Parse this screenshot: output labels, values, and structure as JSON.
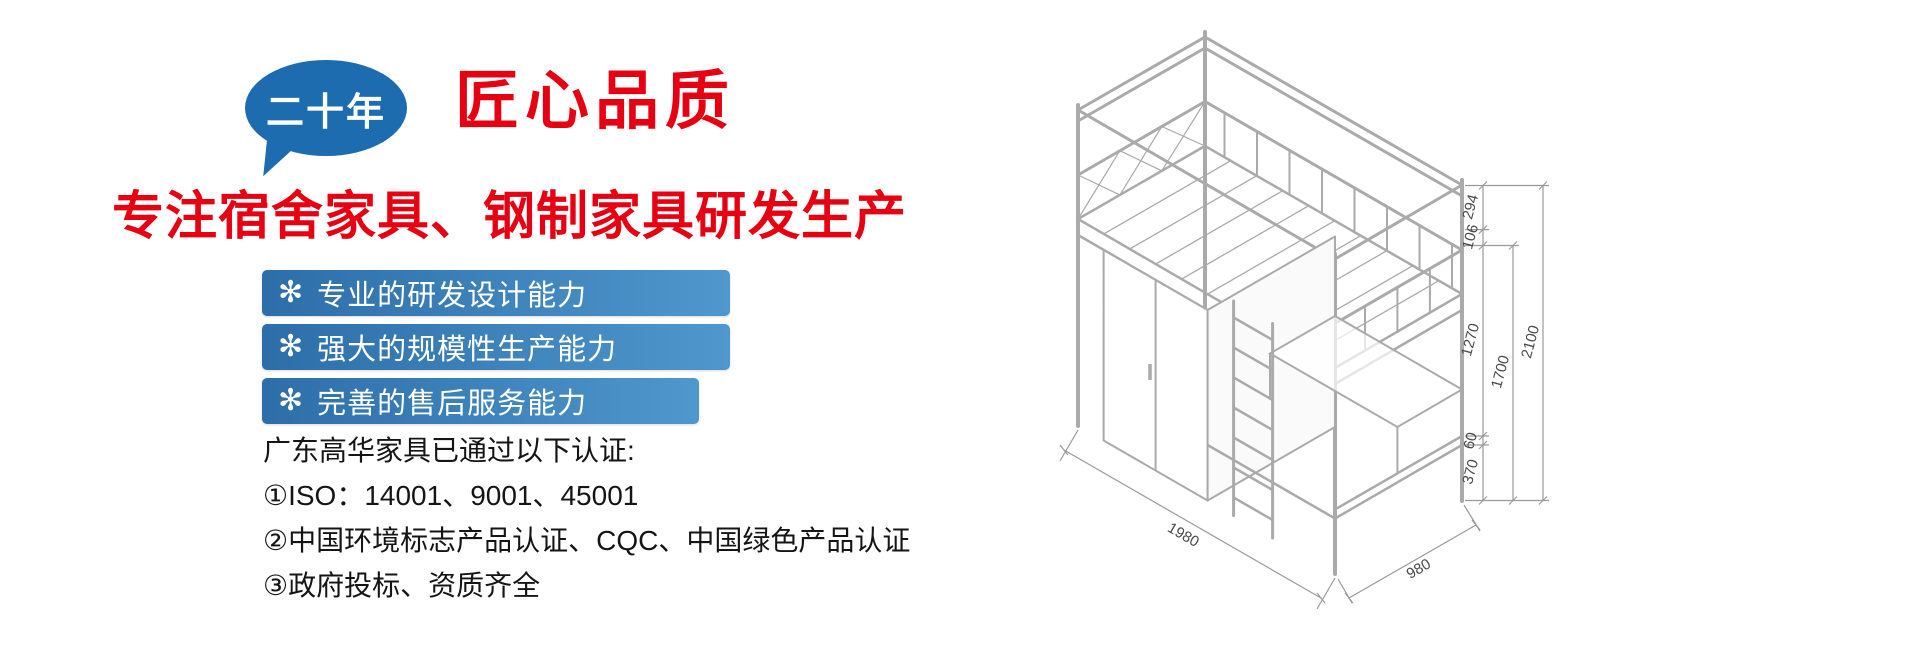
{
  "banner": {
    "bubble_text": "二十年",
    "headline": "匠心品质",
    "subheadline": "专注宿舍家具、钢制家具研发生产",
    "feature_icon": "✻",
    "features": [
      {
        "label": "专业的研发设计能力"
      },
      {
        "label": "强大的规模性生产能力"
      },
      {
        "label": "完善的售后服务能力"
      }
    ],
    "certifications": {
      "intro": "广东高华家具已通过以下认证:",
      "items": [
        "①ISO：14001、9001、45001",
        "②中国环境标志产品认证、CQC、中国绿色产品认证",
        "③政府投标、资质齐全"
      ]
    },
    "colors": {
      "red": "#e60012",
      "bubble_blue": "#1d6cb0",
      "bar_blue_dark": "#2d6ea8",
      "bar_blue_light": "#4f97cd",
      "drawing_gray": "#aaaaaa",
      "dim_text": "#4a4a4a"
    }
  },
  "diagram": {
    "dims": {
      "d294": "294",
      "d106": "106",
      "d1270": "1270",
      "d1700": "1700",
      "d2100": "2100",
      "d60": "60",
      "d370": "370",
      "d1980": "1980",
      "d980": "980"
    }
  }
}
